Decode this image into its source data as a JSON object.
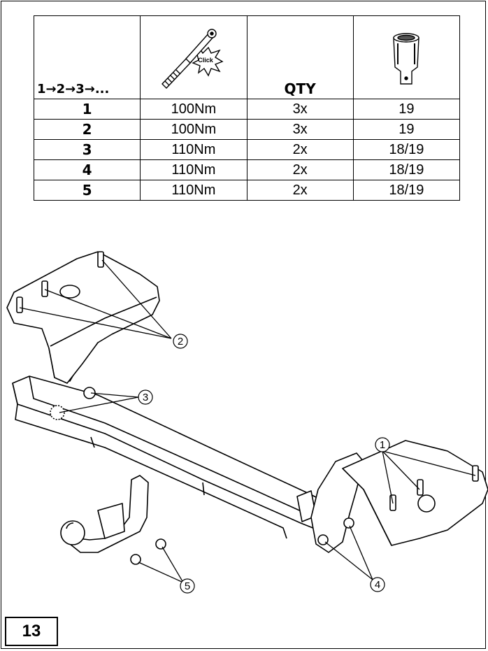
{
  "table": {
    "header": {
      "sequence": "1→2→3→...",
      "wrench_icon": "torque-wrench-icon",
      "wrench_label": "Click",
      "qty": "QTY",
      "socket_icon": "socket-icon"
    },
    "rows": [
      {
        "step": "1",
        "torque": "100Nm",
        "qty": "3x",
        "socket": "19"
      },
      {
        "step": "2",
        "torque": "100Nm",
        "qty": "3x",
        "socket": "19"
      },
      {
        "step": "3",
        "torque": "110Nm",
        "qty": "2x",
        "socket": "18/19"
      },
      {
        "step": "4",
        "torque": "110Nm",
        "qty": "2x",
        "socket": "18/19"
      },
      {
        "step": "5",
        "torque": "110Nm",
        "qty": "2x",
        "socket": "18/19"
      }
    ]
  },
  "callouts": [
    "1",
    "2",
    "3",
    "4",
    "5"
  ],
  "page_number": "13"
}
